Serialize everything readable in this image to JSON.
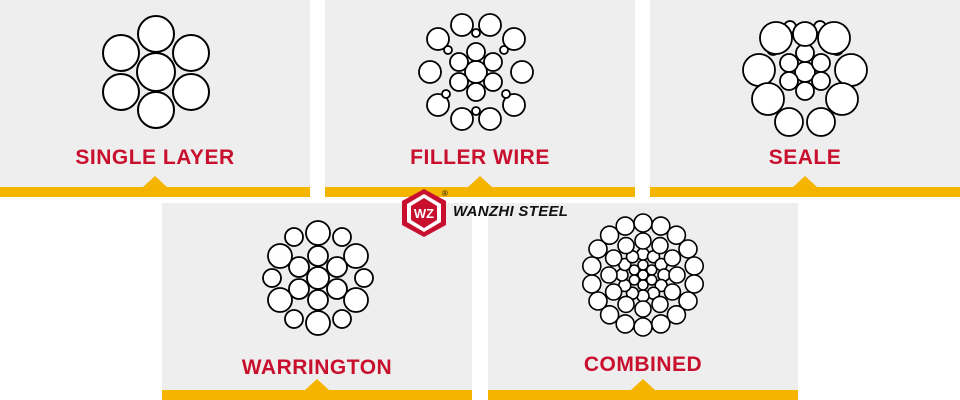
{
  "cards": [
    {
      "id": "single-layer",
      "label": "SINGLE LAYER"
    },
    {
      "id": "filler-wire",
      "label": "FILLER WIRE"
    },
    {
      "id": "seale",
      "label": "SEALE"
    },
    {
      "id": "warrington",
      "label": "WARRINGTON"
    },
    {
      "id": "combined",
      "label": "COMBINED"
    }
  ],
  "brand": {
    "name": "WANZHI STEEL",
    "mark_glyphs": "WZ",
    "registered": "®"
  },
  "colors": {
    "label": "#c8102e",
    "accent_bar": "#f5b400",
    "card_bg": "#eeeeee",
    "logo": "#c8102e"
  },
  "icons": [
    "single-layer-strand-icon",
    "filler-wire-strand-icon",
    "seale-strand-icon",
    "warrington-strand-icon",
    "combined-strand-icon",
    "wanzhi-logo-icon"
  ]
}
